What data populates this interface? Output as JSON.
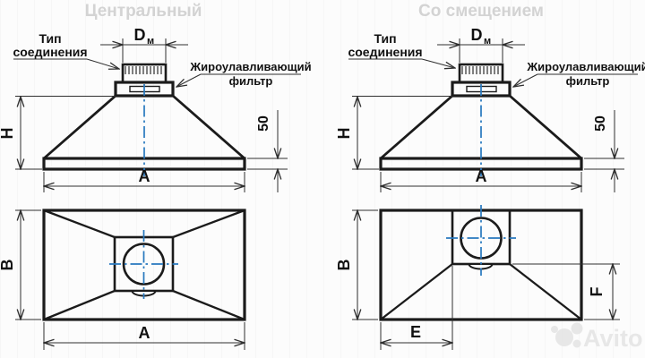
{
  "titles": {
    "left": "Центральный",
    "right": "Со смещением"
  },
  "callouts": {
    "connection_type": {
      "line1": "Тип",
      "line2": "соединения"
    },
    "grease_filter": {
      "line1": "Жироулавливающий",
      "line2": "фильтр"
    }
  },
  "dimensions": {
    "duct_diameter": "D",
    "duct_diameter_sub": "м",
    "height": "H",
    "rim_height": "50",
    "width": "A",
    "depth": "B",
    "offset_e": "E",
    "offset_f": "F"
  },
  "watermark": {
    "brand": "Avito"
  },
  "colors": {
    "line": "#1b1b1b",
    "thin_line": "#2f2f2f",
    "centerline": "#2778be",
    "title": "#d3d3d3",
    "watermark": "#e6e6e6",
    "background": "#fcfcfc"
  }
}
